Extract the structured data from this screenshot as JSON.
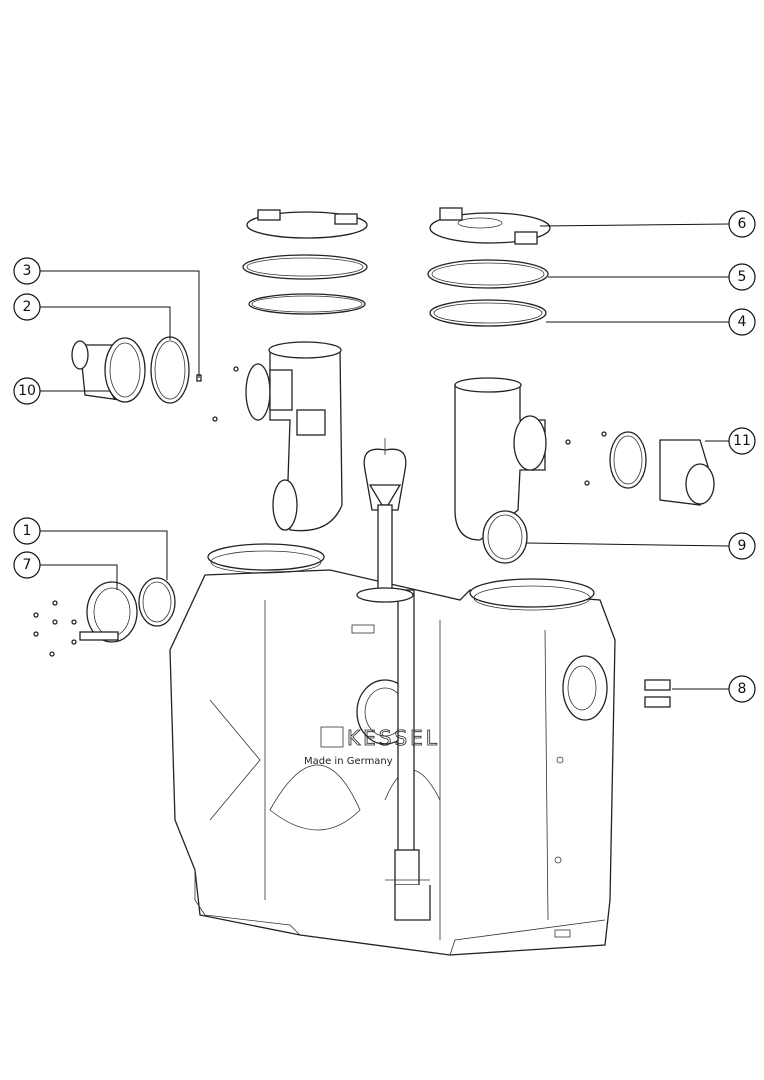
{
  "diagram": {
    "type": "exploded-parts-view",
    "callouts": [
      {
        "label": "3"
      },
      {
        "label": "2"
      },
      {
        "label": "10"
      },
      {
        "label": "1"
      },
      {
        "label": "7"
      },
      {
        "label": "6"
      },
      {
        "label": "5"
      },
      {
        "label": "4"
      },
      {
        "label": "11"
      },
      {
        "label": "9"
      },
      {
        "label": "8"
      }
    ],
    "logo": {
      "brand": "KESSEL",
      "tagline": "Made in Germany"
    }
  }
}
